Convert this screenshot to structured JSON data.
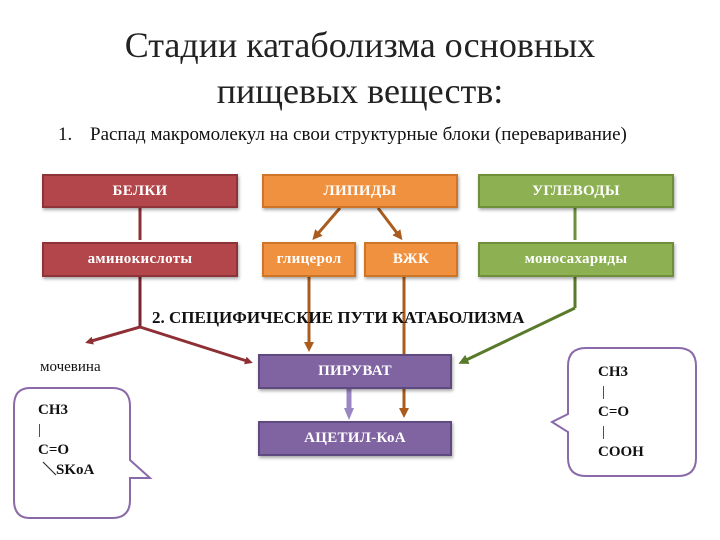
{
  "title_line1": "Стадии катаболизма основных",
  "title_line2": "пищевых веществ:",
  "step1": {
    "number": "1.",
    "text": "Распад макромолекул на свои структурные блоки (переваривание)"
  },
  "macromolecules": {
    "proteins": "БЕЛКИ",
    "lipids": "ЛИПИДЫ",
    "carbohydrates": "УГЛЕВОДЫ"
  },
  "building_blocks": {
    "amino_acids": "аминокислоты",
    "glycerol": "глицерол",
    "fatty_acids": "ВЖК",
    "monosaccharides": "моносахариды"
  },
  "step2": "2. СПЕЦИФИЧЕСКИЕ ПУТИ КАТАБОЛИЗМА",
  "urea": "мочевина",
  "pyruvate": "ПИРУВАТ",
  "acetyl_coa": "АЦЕТИЛ-КоА",
  "left_formula": {
    "line1": "CH3",
    "line2": "|",
    "line3": "C=O",
    "line4": "SKoA"
  },
  "right_formula": {
    "line1": "CH3",
    "line2": "|",
    "line3": "C=O",
    "line4": "|",
    "line5": "COOH"
  },
  "colors": {
    "red": "#b2464b",
    "orange": "#f0913f",
    "green": "#8db053",
    "purple": "#8064a2",
    "dark_red_arrow": "#8e2f35",
    "brown_arrow": "#a95c1e",
    "green_arrow": "#5a7a2b"
  }
}
